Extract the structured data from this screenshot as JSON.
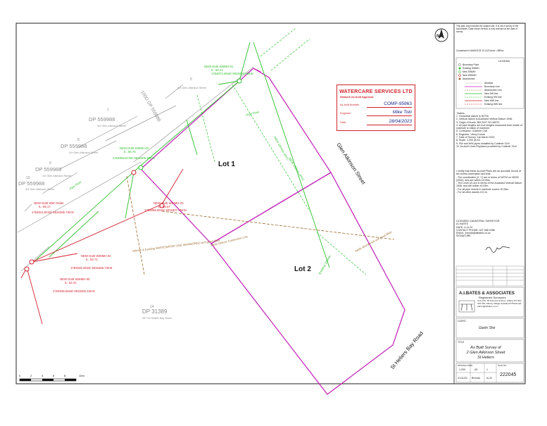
{
  "lots": [
    "Lot 1",
    "Lot 2"
  ],
  "roads": {
    "glen_atkinson": "Glen Atkinson Street",
    "st_heliers": "St Heliers Bay Road"
  },
  "parcels": [
    {
      "dp": "DP 559988",
      "addr": "3/4 Glen Atkinson Street",
      "num": "7"
    },
    {
      "dp": "DP 559988",
      "addr": "2/4 Glen Atkinson Street",
      "num": "8"
    },
    {
      "dp": "DP 559988",
      "addr": "1/4 Glen Atkinson Street",
      "num": "9"
    },
    {
      "dp": "DP 559988",
      "addr": "4/4 Glen Atkinson Street",
      "num": "10"
    },
    {
      "dp": "DP 31389",
      "addr": "267 St Heliers Bay Road",
      "num": "14"
    },
    {
      "dp": "100D DP 559988",
      "addr": "",
      "num": ""
    },
    {
      "dp": "",
      "addr": "4/4 Glen Atkinson Street",
      "num": "5"
    }
  ],
  "watercare": {
    "title": "WATERCARE SERVICES LTD",
    "subtitle": "Network As-built Approval",
    "asbuilt_label": "As-built Number",
    "asbuilt_value": "COMP-95863",
    "engineer_label": "Engineer",
    "engineer_value": "Mike Toki",
    "date_label": "Date",
    "date_value": "28/04/2023"
  },
  "pipe_labels": {
    "pipe_flow": "Pipe Flow",
    "new_100_pvc": "NEW 100mm uPVC",
    "existing_100": "Existing 100mm",
    "wastewater": "100mm & Existing WASTEWATER LINE ABANDONED and grout filled",
    "connection": "NEW 100mm Connection Line",
    "water_main": "NEW 150mm uPVC",
    "apply_abandon": "Apply abandoned and grout filled"
  },
  "manholes": [
    {
      "id": "NEW DUB SWMH-01",
      "il": "IL: 56.41",
      "coord": "1764873.45mE 5916320.58mN"
    },
    {
      "id": "NEW DUB SWMH-02",
      "il": "IL: 55.70",
      "coord": "1764859.67mE 5916309.26mN"
    },
    {
      "id": "NEW DUB WWMH-03",
      "il": "IL: 55.57",
      "coord": "1764858.08mE 5916307.06mN"
    },
    {
      "id": "NEW DUB WWMH-04",
      "il": "IL: 53.71",
      "coord": "1764845.28mE 5916256.73mE"
    },
    {
      "id": "NEW DUB WWMH-05",
      "il": "IL: 52.41",
      "coord": "1764836.58mE 5916292.43mN"
    },
    {
      "id": "NEW DUB WW Outlet",
      "il": "IL: 55.17",
      "coord": "1764841.82mE 5916295.73mN"
    }
  ],
  "legend": {
    "title": "LEGEND",
    "items": [
      "Boundary Point",
      "Existing SWMH",
      "New SWMH",
      "New WWMH",
      "Abandoned"
    ],
    "lines": [
      "Abuttals",
      "Boundary Line",
      "Abandoned Line",
      "New SW line",
      "Existing SW line",
      "New WW line",
      "Existing WW line"
    ]
  },
  "notes_title": "Notes:",
  "notes": [
    "1. Horizontal datum is NZTM.",
    "2. Vertical datum is Auckland Vertical Datum 1946.",
    "3. Origin of levels: BM 2037 SO 48970",
    "4. All pipe lengths are true lengths measured from inside of manhole to inside of manhole.",
    "5. Contractor: Cubimer Civil",
    "6. Engineer: Vinny Kumar",
    "7. Date of Survey: 1st March 2022",
    "8. Scale: 1:200 @ A3",
    "9. SW and WW pipes installed by Cubimer Civil",
    "10. As-built Lines Replaced provided by Cubimer Civil"
  ],
  "certification": [
    "I certify that these as-built Plans are an accurate record of the works undertaken and that:",
    "- The coordinates (X, Y) are in terms of NZTM on NZGD (2000), and are within ±0.05m.",
    "- The Level (Z) are in terms of the Auckland Vertical Datum 1946, and are within ±0.03m.",
    "- For all pipe inverts & manhole covers ±0.05m.",
    "- For all other assets ±0.1m."
  ],
  "surveyor": {
    "role": "LICENSED CADASTRAL SURVEYOR",
    "name": "A.I BATES",
    "date": "DATE: 4-11-22",
    "contact": "CONTACT PHONE: 027 558 2286",
    "email": "EMAIL: brenda@aibates.co.nz",
    "sig_label": "SIGNATURE"
  },
  "company": {
    "name": "A.I.BATES & ASSOCIATES",
    "subtitle": "Registered Surveyors",
    "address": "Unit 13C, 30 Gammons Drive, Albany PO Box 301 332, Albany Village Auckland 0752 Email: admin@aibates.co.nz"
  },
  "client_label": "CLIENT",
  "client": "Gavin She",
  "title_block": {
    "title_label": "TITLE",
    "title_lines": [
      "As Built Survey of",
      "2 Glen Atkinson Street",
      "St Heliers"
    ],
    "drawing_date_label": "ORIGINAL DATE",
    "scale": "1:200",
    "size": "A3",
    "date": "21/11/22",
    "drawn": "Brenda",
    "checked": "A.I.B",
    "sheet": "1",
    "plan_no_label": "PLAN NO.",
    "plan_no": "222045"
  },
  "scale_bar": {
    "ticks": [
      "0",
      "2",
      "4",
      "6",
      "8",
      "10m"
    ]
  },
  "small_text_top": "This plan only includes the subject site. It is not a survey of the boundaries. Data shown hereon is only relevant at the date of survey.",
  "datum": "Comprised in NA60/1125 10.1120 Area = 889m²"
}
